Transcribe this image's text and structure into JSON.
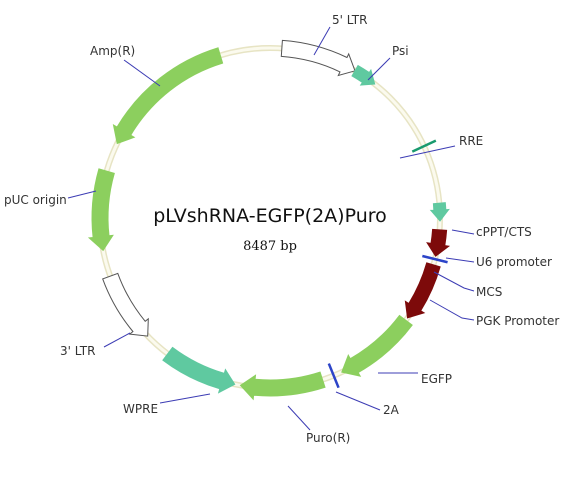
{
  "plasmid": {
    "name": "pLVshRNA-EGFP(2A)Puro",
    "size": "8487 bp"
  },
  "colors": {
    "backbone": "#e7e4c4",
    "backbone_inner": "#fbfaee",
    "green": "#8ccf5e",
    "teal": "#5fc9a0",
    "dark_red": "#7d0a0a",
    "white_feature": "#ffffff",
    "site_teal": "#199a6e",
    "site_blue": "#2c44c8",
    "leader": "#3c3cb4"
  },
  "features": [
    {
      "id": "ltr5",
      "label": "5' LTR"
    },
    {
      "id": "psi",
      "label": "Psi"
    },
    {
      "id": "rre",
      "label": "RRE"
    },
    {
      "id": "cppt",
      "label": "cPPT/CTS"
    },
    {
      "id": "u6",
      "label": "U6 promoter"
    },
    {
      "id": "mcs",
      "label": "MCS"
    },
    {
      "id": "pgk",
      "label": "PGK Promoter"
    },
    {
      "id": "egfp",
      "label": "EGFP"
    },
    {
      "id": "t2a",
      "label": "2A"
    },
    {
      "id": "puro",
      "label": "Puro(R)"
    },
    {
      "id": "wpre",
      "label": "WPRE"
    },
    {
      "id": "ltr3",
      "label": "3' LTR"
    },
    {
      "id": "puc",
      "label": "pUC origin"
    },
    {
      "id": "amp",
      "label": "Amp(R)"
    }
  ]
}
